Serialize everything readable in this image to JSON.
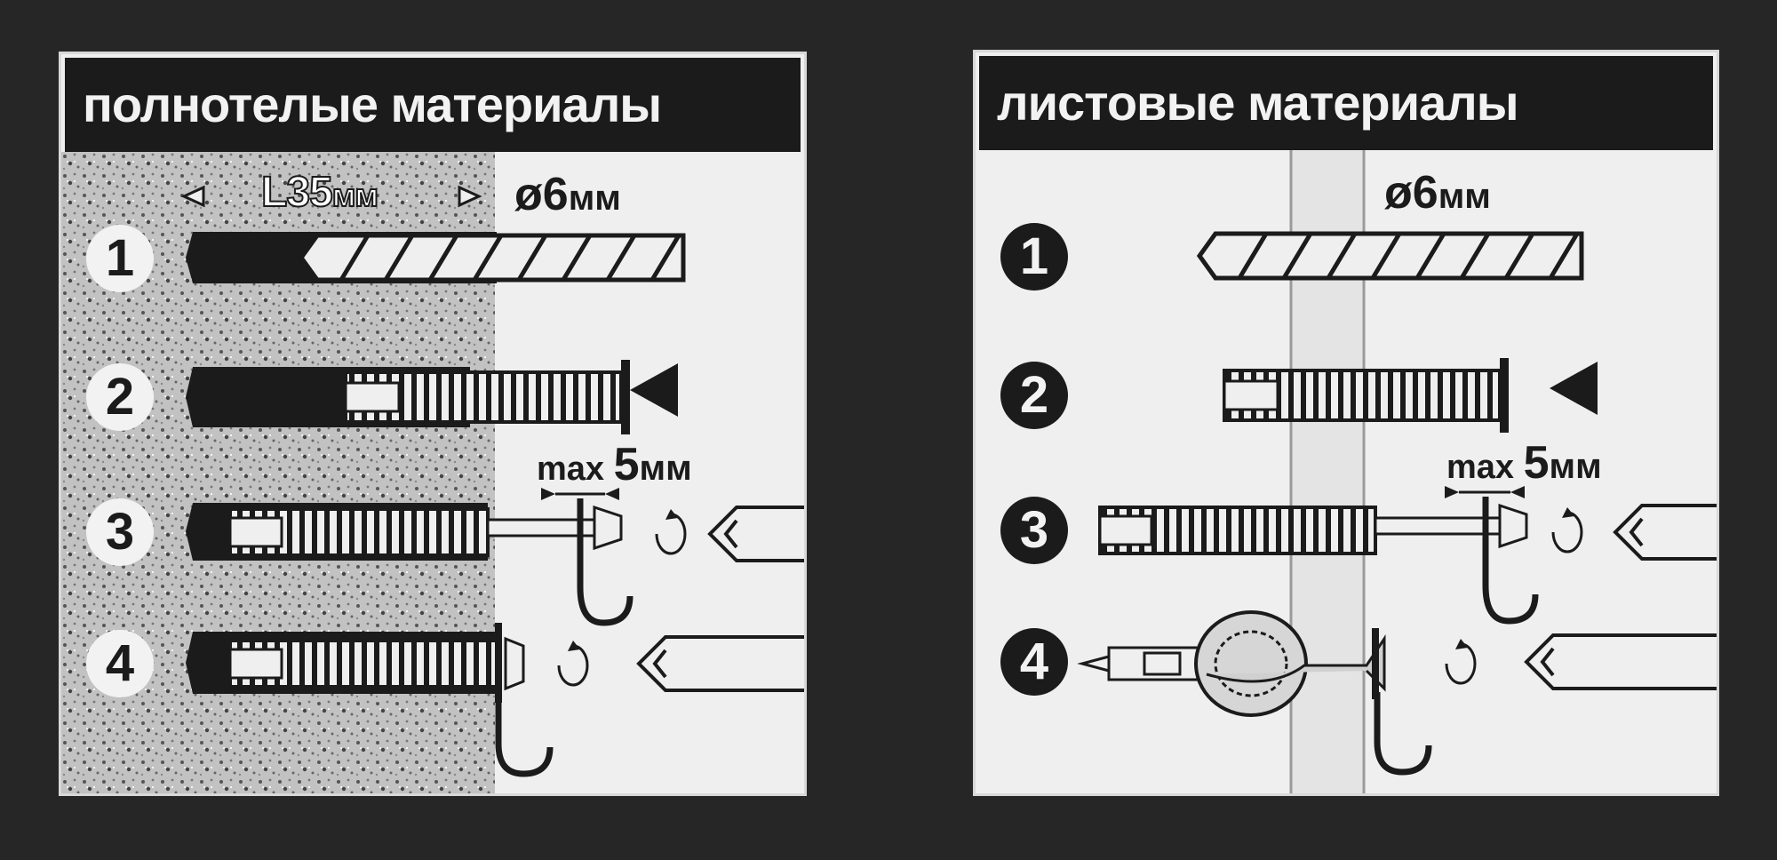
{
  "panels": {
    "solid": {
      "title": "полнотелые материалы",
      "length_label": "L35",
      "length_unit": "мм",
      "diameter_label": "ø6",
      "diameter_unit": "мм",
      "max_label": "max",
      "max_value": "5",
      "max_unit": "мм",
      "steps": [
        "1",
        "2",
        "3",
        "4"
      ]
    },
    "sheet": {
      "title": "листовые материалы",
      "diameter_label": "ø6",
      "diameter_unit": "мм",
      "max_label": "max",
      "max_value": "5",
      "max_unit": "мм",
      "steps": [
        "1",
        "2",
        "3",
        "4"
      ]
    }
  },
  "colors": {
    "background": "#262626",
    "panel": "#efefef",
    "ink": "#1b1b1b",
    "concrete": "#bdbdbd"
  }
}
